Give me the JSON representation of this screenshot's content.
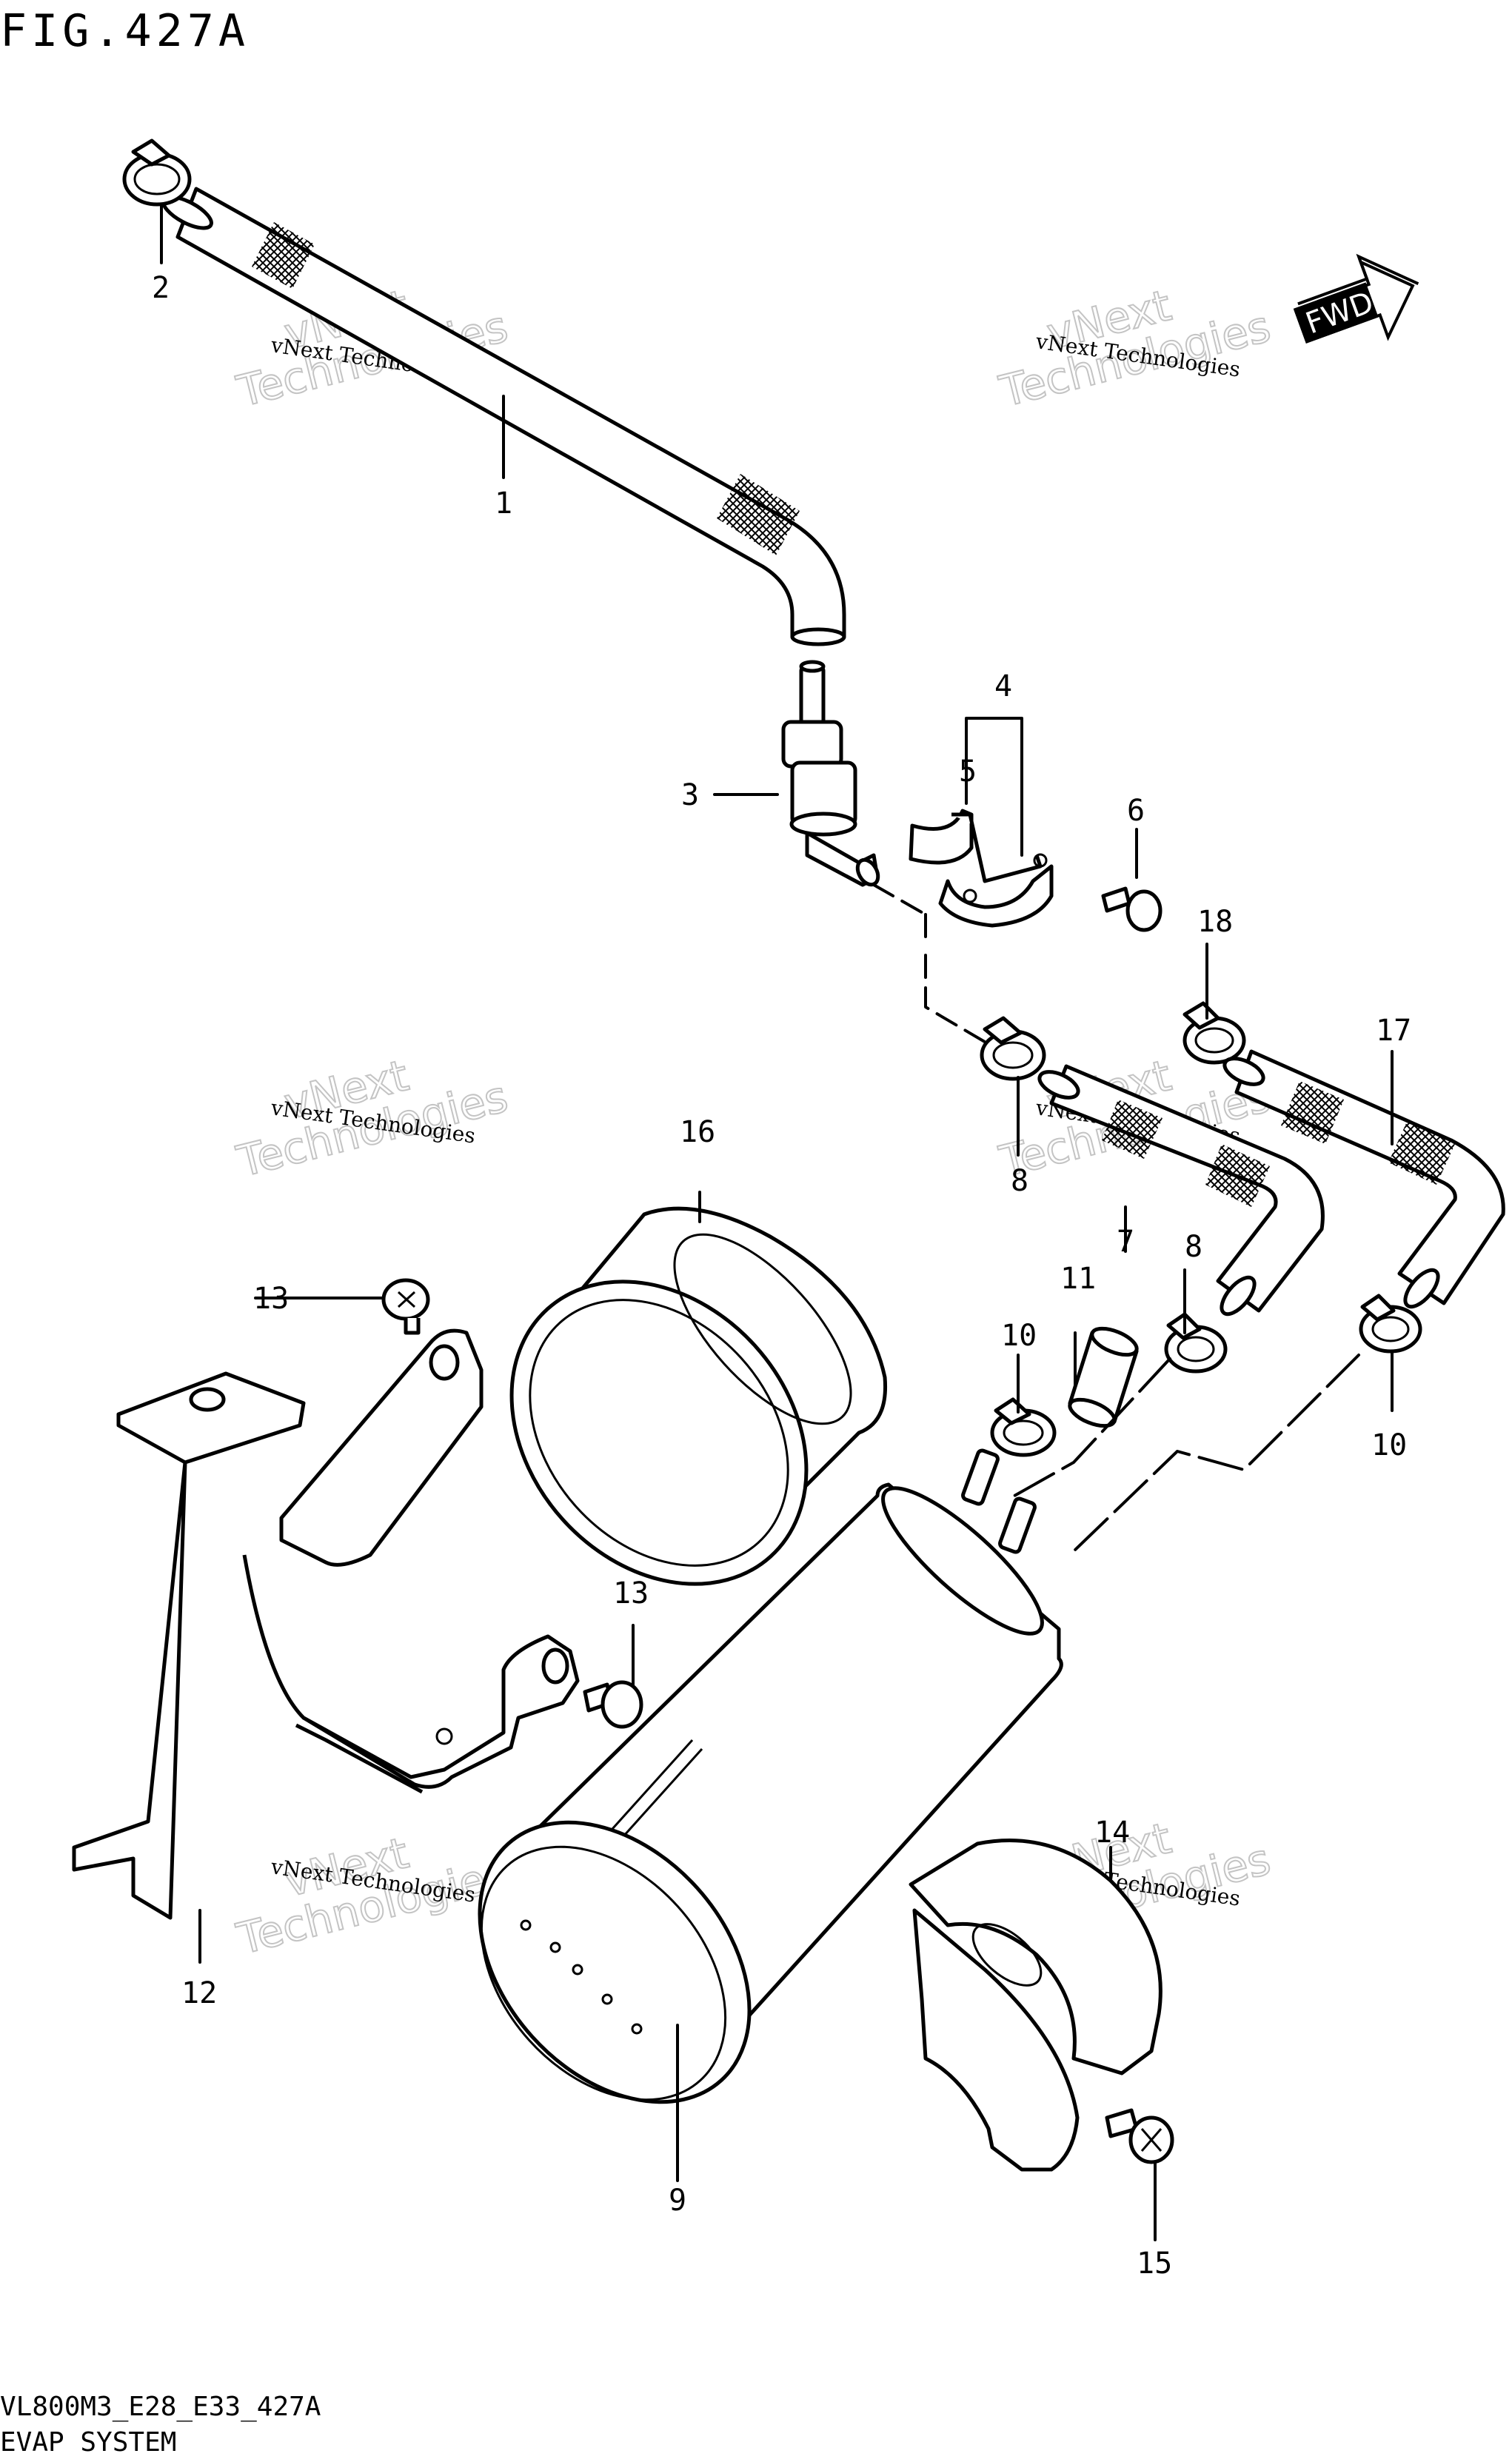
{
  "figure": {
    "title": "FIG.427A",
    "code": "VL800M3_E28_E33_427A",
    "section": "EVAP SYSTEM",
    "fwd_label": "FWD"
  },
  "watermark": {
    "line1": "vNext Technologies",
    "line2": "vNext",
    "line3": "Technologies"
  },
  "callouts": [
    {
      "id": "c1",
      "label": "1"
    },
    {
      "id": "c2",
      "label": "2"
    },
    {
      "id": "c3",
      "label": "3"
    },
    {
      "id": "c4",
      "label": "4"
    },
    {
      "id": "c5",
      "label": "5"
    },
    {
      "id": "c6",
      "label": "6"
    },
    {
      "id": "c7",
      "label": "7"
    },
    {
      "id": "c8a",
      "label": "8"
    },
    {
      "id": "c8b",
      "label": "8"
    },
    {
      "id": "c9",
      "label": "9"
    },
    {
      "id": "c10a",
      "label": "10"
    },
    {
      "id": "c10b",
      "label": "10"
    },
    {
      "id": "c11",
      "label": "11"
    },
    {
      "id": "c12",
      "label": "12"
    },
    {
      "id": "c13a",
      "label": "13"
    },
    {
      "id": "c13b",
      "label": "13"
    },
    {
      "id": "c14",
      "label": "14"
    },
    {
      "id": "c15",
      "label": "15"
    },
    {
      "id": "c16",
      "label": "16"
    },
    {
      "id": "c17",
      "label": "17"
    },
    {
      "id": "c18",
      "label": "18"
    }
  ]
}
